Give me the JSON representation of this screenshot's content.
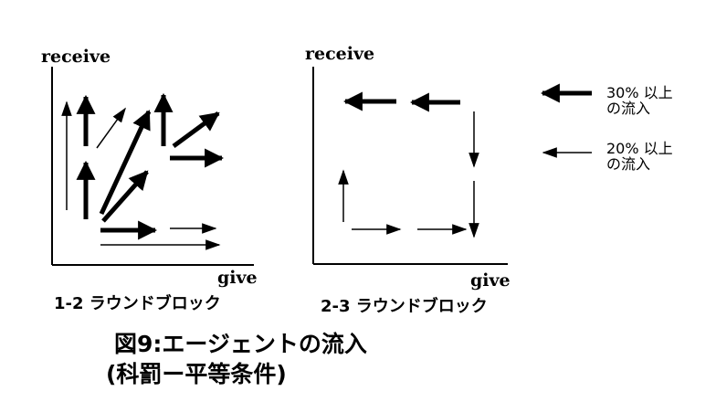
{
  "panel1": {
    "ylabel": "receive",
    "xlabel": "give",
    "title": "1-2 ラウンドブロック"
  },
  "panel2": {
    "ylabel": "receive",
    "xlabel": "give",
    "title": "2-3 ラウンドブロック"
  },
  "legend": {
    "thick_label": "30% 以上\nの流入",
    "thin_label": "20% 以上\nの流入"
  },
  "caption": {
    "line1": "図9:エージェントの流入",
    "line2": "(科罰ー平等条件)"
  },
  "colors": {
    "ink": "#000000",
    "background": "#ffffff"
  }
}
